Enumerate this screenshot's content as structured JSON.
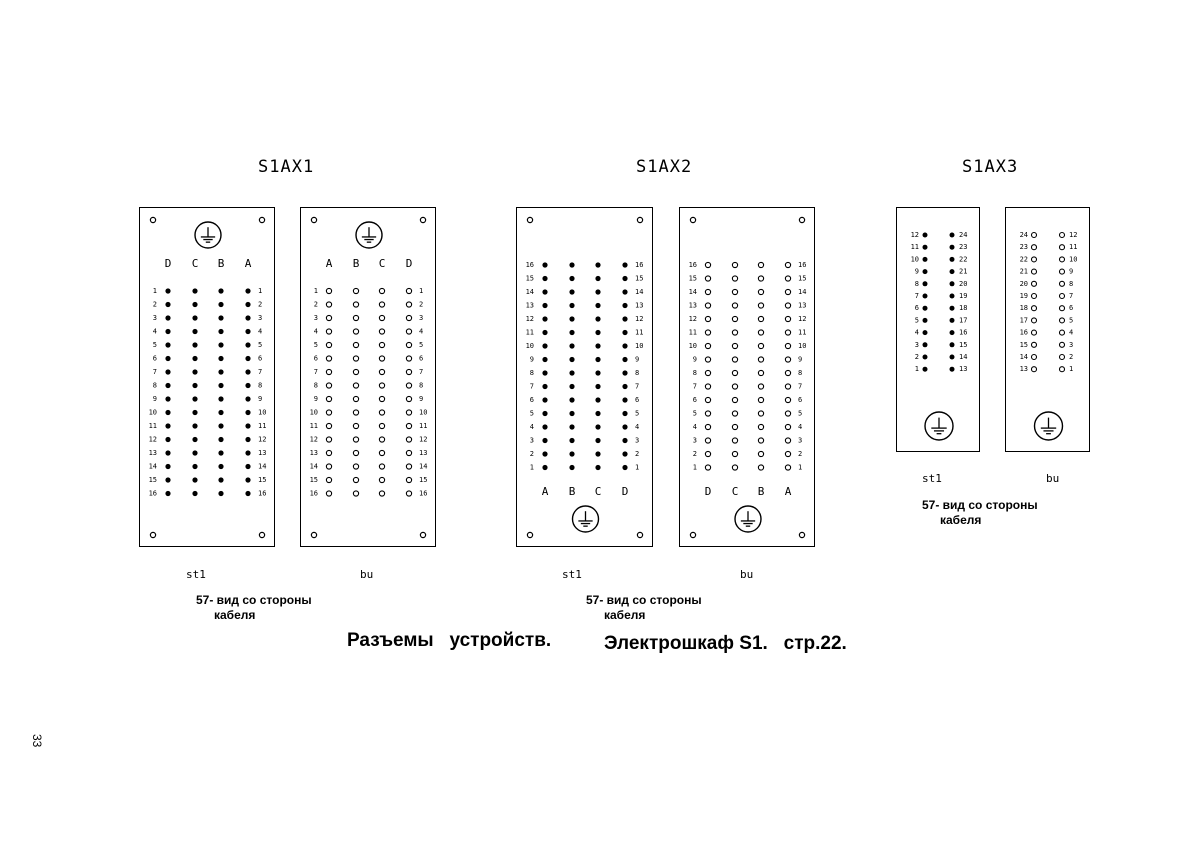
{
  "connectors": [
    {
      "id": "x1",
      "title": "S1AX1",
      "sub_left": "st1",
      "sub_right": "bu",
      "note_line1": "57- вид со стороны",
      "note_line2": "кабеля",
      "left_panel": {
        "column_headers": [
          "D",
          "C",
          "B",
          "A"
        ],
        "pins": [
          "1",
          "2",
          "3",
          "4",
          "5",
          "6",
          "7",
          "8",
          "9",
          "10",
          "11",
          "12",
          "13",
          "14",
          "15",
          "16"
        ],
        "pin_style": "filled"
      },
      "right_panel": {
        "column_headers": [
          "A",
          "B",
          "C",
          "D"
        ],
        "pins": [
          "1",
          "2",
          "3",
          "4",
          "5",
          "6",
          "7",
          "8",
          "9",
          "10",
          "11",
          "12",
          "13",
          "14",
          "15",
          "16"
        ],
        "pin_style": "hollow"
      }
    },
    {
      "id": "x2",
      "title": "S1AX2",
      "sub_left": "st1",
      "sub_right": "bu",
      "note_line1": "57- вид со стороны",
      "note_line2": "кабеля",
      "left_panel": {
        "column_headers": [
          "A",
          "B",
          "C",
          "D"
        ],
        "pins": [
          "16",
          "15",
          "14",
          "13",
          "12",
          "11",
          "10",
          "9",
          "8",
          "7",
          "6",
          "5",
          "4",
          "3",
          "2",
          "1"
        ],
        "pin_style": "filled"
      },
      "right_panel": {
        "column_headers": [
          "D",
          "C",
          "B",
          "A"
        ],
        "pins": [
          "16",
          "15",
          "14",
          "13",
          "12",
          "11",
          "10",
          "9",
          "8",
          "7",
          "6",
          "5",
          "4",
          "3",
          "2",
          "1"
        ],
        "pin_style": "hollow"
      }
    },
    {
      "id": "x3",
      "title": "S1AX3",
      "sub_left": "st1",
      "sub_right": "bu",
      "note_line1": "57- вид со стороны",
      "note_line2": "кабеля",
      "left_panel": {
        "left_numbers": [
          "12",
          "11",
          "10",
          "9",
          "8",
          "7",
          "6",
          "5",
          "4",
          "3",
          "2",
          "1"
        ],
        "right_numbers": [
          "24",
          "23",
          "22",
          "21",
          "20",
          "19",
          "18",
          "17",
          "16",
          "15",
          "14",
          "13"
        ],
        "pin_style": "filled"
      },
      "right_panel": {
        "left_numbers": [
          "24",
          "23",
          "22",
          "21",
          "20",
          "19",
          "18",
          "17",
          "16",
          "15",
          "14",
          "13"
        ],
        "right_numbers": [
          "12",
          "11",
          "10",
          "9",
          "8",
          "7",
          "6",
          "5",
          "4",
          "3",
          "2",
          "1"
        ],
        "pin_style": "hollow"
      }
    }
  ],
  "title_part1": "Разъемы   устройств.",
  "title_part2": "Электрошкаф S1.   стр.22.",
  "page_number": "33",
  "colors": {
    "ink": "#000000",
    "paper": "#ffffff"
  },
  "icons": {
    "ground": "ground-icon",
    "mount_hole": "mount-hole-icon"
  }
}
